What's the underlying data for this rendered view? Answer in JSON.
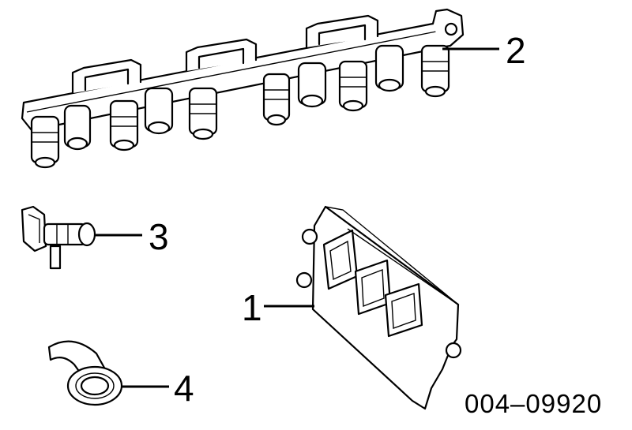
{
  "callouts": [
    {
      "id": "1",
      "label": "1"
    },
    {
      "id": "2",
      "label": "2"
    },
    {
      "id": "3",
      "label": "3"
    },
    {
      "id": "4",
      "label": "4"
    }
  ],
  "diagram_code": "004–09920",
  "colors": {
    "ink": "#000000",
    "paper": "#ffffff"
  }
}
